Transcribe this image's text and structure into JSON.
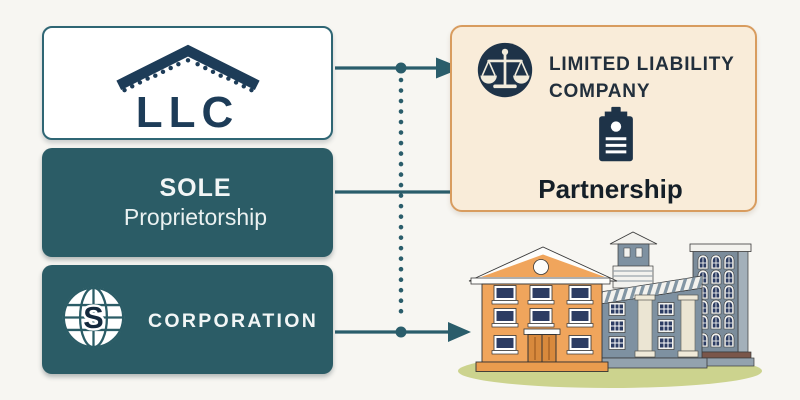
{
  "diagram": {
    "left": {
      "llc": {
        "label": "LLC"
      },
      "sole": {
        "line1": "SOLE",
        "line2": "Proprietorship"
      },
      "corporation": {
        "label": "CORPORATION",
        "globe_letter": "S"
      }
    },
    "right": {
      "llc_company": {
        "line1": "LIMITED LIABILITY",
        "line2": "COMPANY"
      },
      "partnership": {
        "label": "Partnership"
      }
    }
  },
  "icons": {
    "llc": "roof-icon",
    "corporation": "globe-icon",
    "llc_company": "scales-icon",
    "partnership": "clipboard-icon",
    "illustration": "buildings-illustration"
  },
  "colors": {
    "background": "#f7f6f2",
    "teal_fill": "#2b5c66",
    "teal_border": "#2f6674",
    "navy": "#1e3348",
    "cream_fill": "#f9ecd9",
    "cream_border": "#d89c5f",
    "connector": "#2a5d6b",
    "building_orange": "#f0a55c",
    "building_grey": "#7e91a1",
    "tower_grey": "#7b8c9b",
    "column_cream": "#ebe5d3",
    "window_navy": "#2c3c63",
    "ground_green": "#ccd38e"
  }
}
